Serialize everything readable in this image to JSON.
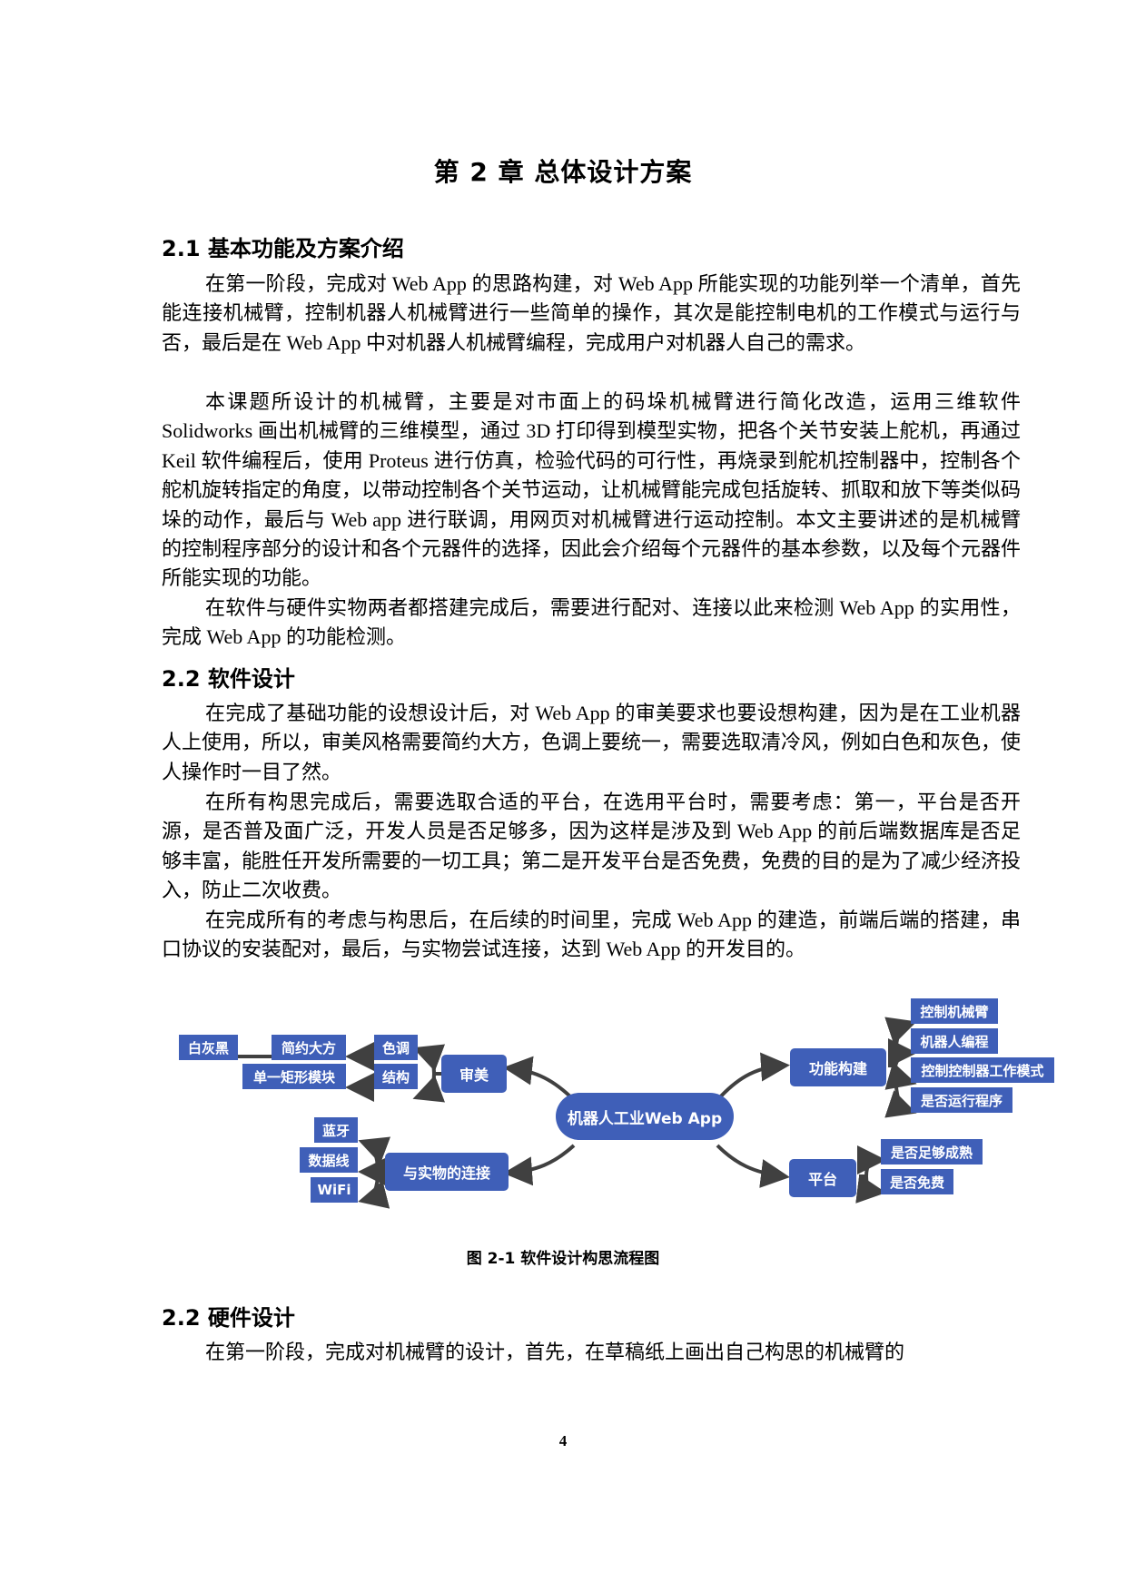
{
  "chapter_title": "第 2 章 总体设计方案",
  "sections": [
    {
      "title": "2.1 基本功能及方案介绍",
      "paragraphs": [
        "在第一阶段，完成对 Web App 的思路构建，对 Web App 所能实现的功能列举一个清单，首先能连接机械臂，控制机器人机械臂进行一些简单的操作，其次是能控制电机的工作模式与运行与否，最后是在 Web App 中对机器人机械臂编程，完成用户对机器人自己的需求。",
        "本课题所设计的机械臂，主要是对市面上的码垛机械臂进行简化改造，运用三维软件 Solidworks 画出机械臂的三维模型，通过 3D 打印得到模型实物，把各个关节安装上舵机，再通过 Keil 软件编程后，使用 Proteus 进行仿真，检验代码的可行性，再烧录到舵机控制器中，控制各个舵机旋转指定的角度，以带动控制各个关节运动，让机械臂能完成包括旋转、抓取和放下等类似码垛的动作，最后与 Web app 进行联调，用网页对机械臂进行运动控制。本文主要讲述的是机械臂的控制程序部分的设计和各个元器件的选择，因此会介绍每个元器件的基本参数，以及每个元器件所能实现的功能。",
        "在软件与硬件实物两者都搭建完成后，需要进行配对、连接以此来检测 Web App 的实用性，完成 Web App 的功能检测。"
      ]
    },
    {
      "title": "2.2 软件设计",
      "paragraphs": [
        "在完成了基础功能的设想设计后，对 Web App 的审美要求也要设想构建，因为是在工业机器人上使用，所以，审美风格需要简约大方，色调上要统一，需要选取清冷风，例如白色和灰色，使人操作时一目了然。",
        "在所有构思完成后，需要选取合适的平台，在选用平台时，需要考虑：第一，平台是否开源，是否普及面广泛，开发人员是否足够多，因为这样是涉及到 Web App 的前后端数据库是否足够丰富，能胜任开发所需要的一切工具；第二是开发平台是否免费，免费的目的是为了减少经济投入，防止二次收费。",
        "在完成所有的考虑与构思后，在后续的时间里，完成 Web App 的建造，前端后端的搭建，串口协议的安装配对，最后，与实物尝试连接，达到 Web App 的开发目的。"
      ]
    },
    {
      "title": "2.2 硬件设计",
      "paragraphs": [
        "在第一阶段，完成对机械臂的设计，首先，在草稿纸上画出自己构思的机械臂的"
      ]
    }
  ],
  "figure": {
    "caption": "图 2-1 软件设计构思流程图",
    "node_color": "#3F5FB8",
    "center": "机器人工业Web App",
    "branches": {
      "aesthetics": {
        "label": "审美",
        "children": [
          "色调",
          "结构"
        ],
        "grandchildren": {
          "color": "简约大方",
          "color_sub": "白灰黑",
          "structure": "单一矩形模块"
        }
      },
      "connection": {
        "label": "与实物的连接",
        "children": [
          "蓝牙",
          "数据线",
          "WiFi"
        ]
      },
      "function": {
        "label": "功能构建",
        "children": [
          "控制机械臂",
          "机器人编程",
          "控制控制器工作模式",
          "是否运行程序"
        ]
      },
      "platform": {
        "label": "平台",
        "children": [
          "是否足够成熟",
          "是否免费"
        ]
      }
    }
  },
  "page_number": "4"
}
